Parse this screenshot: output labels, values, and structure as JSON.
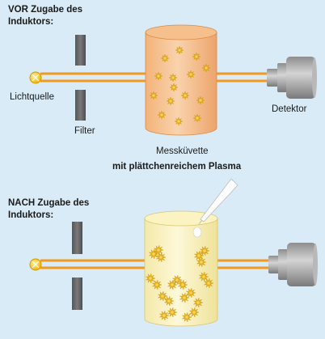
{
  "top": {
    "title_line1": "VOR Zugabe des",
    "title_line2": "Induktors:"
  },
  "bottom": {
    "title_line1": "NACH Zugabe des",
    "title_line2": "Induktors:"
  },
  "labels": {
    "light_source": "Lichtquelle",
    "filter": "Filter",
    "detector": "Detektor",
    "cuvette_line1": "Messküvette",
    "cuvette_line2": "mit plättchenreichem Plasma"
  },
  "colors": {
    "background": "#d9ebf7",
    "beam": "#f29a1f",
    "cuvette_top_before": "#f6c08c",
    "cuvette_top_after": "#fbf3c2",
    "platelet": "#e6b21c",
    "filter": "#6a6a6a",
    "detector": "#a8a8a8",
    "light": "#f6c21c"
  },
  "icons": [
    "light-source-icon",
    "filter-icon",
    "cuvette-icon",
    "detector-icon",
    "pipette-icon",
    "platelet-icon"
  ]
}
